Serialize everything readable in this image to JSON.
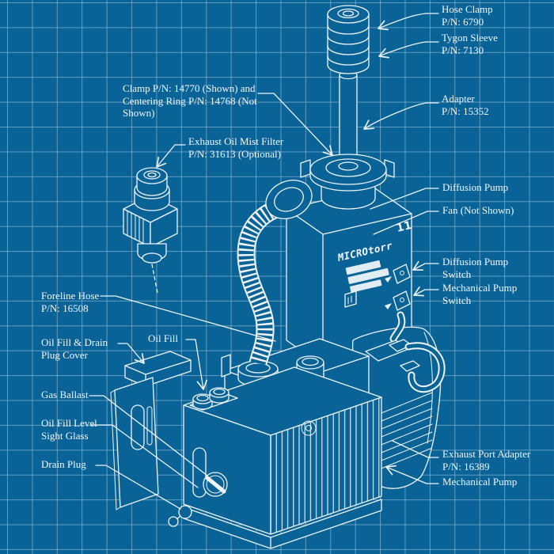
{
  "title": "Vacuum pump system blueprint diagram",
  "colors": {
    "background": "#0a6397",
    "grid_line": "#6f9fc0",
    "art_line": "#eef4f8",
    "text": "#f2f7fb"
  },
  "diagram": {
    "brand": "MICROtorr",
    "brand_badge": "11"
  },
  "labels": {
    "hose_clamp": [
      "Hose Clamp",
      "P/N: 6790"
    ],
    "tygon_sleeve": [
      "Tygon Sleeve",
      "P/N: 7130"
    ],
    "adapter": [
      "Adapter",
      "P/N: 15352"
    ],
    "clamp_centering_ring": [
      "Clamp P/N: 14770 (Shown) and",
      "Centering Ring P/N: 14768 (Not",
      "Shown)"
    ],
    "exhaust_oil_mist_filter": [
      "Exhaust Oil Mist Filter",
      "P/N: 31613 (Optional)"
    ],
    "diffusion_pump": [
      "Diffusion Pump"
    ],
    "fan": [
      "Fan (Not Shown)"
    ],
    "diffusion_pump_switch": [
      "Diffusion Pump",
      "Switch"
    ],
    "mechanical_pump_switch": [
      "Mechanical Pump",
      "Switch"
    ],
    "foreline_hose": [
      "Foreline Hose",
      "P/N: 16508"
    ],
    "oil_fill_drain_plug_cover": [
      "Oil Fill & Drain",
      "Plug Cover"
    ],
    "oil_fill": [
      "Oil Fill"
    ],
    "gas_ballast": [
      "Gas Ballast"
    ],
    "oil_fill_level_sight_glass": [
      "Oil Fill Level",
      "Sight Glass"
    ],
    "drain_plug": [
      "Drain Plug"
    ],
    "exhaust_port_adapter": [
      "Exhaust Port Adapter",
      "P/N: 16389"
    ],
    "mechanical_pump": [
      "Mechanical Pump"
    ]
  }
}
